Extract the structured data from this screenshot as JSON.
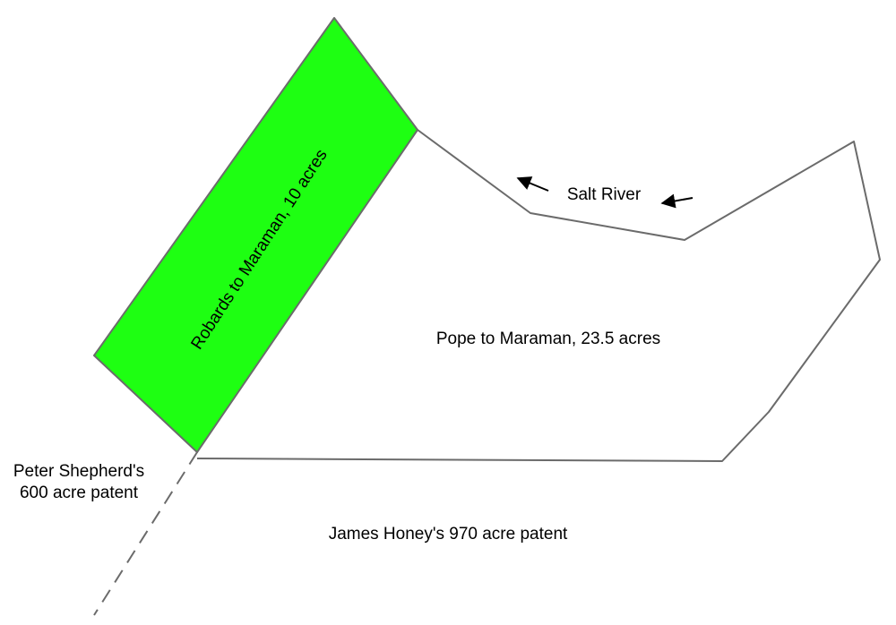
{
  "colors": {
    "paper": "#ffffff",
    "parcel_green": "#1eff12",
    "boundary_line": "#6b6b6b",
    "text": "#000000"
  },
  "labels": {
    "robards_tract": "Robards to Maraman, 10 acres",
    "pope_tract": "Pope to Maraman, 23.5 acres",
    "river": "Salt River",
    "shepherd_line1": "Peter Shepherd's",
    "shepherd_line2": "600 acre patent",
    "honey_patent": "James Honey's 970 acre patent"
  },
  "icons": {
    "flow_arrows": "arrow-left-icon"
  }
}
